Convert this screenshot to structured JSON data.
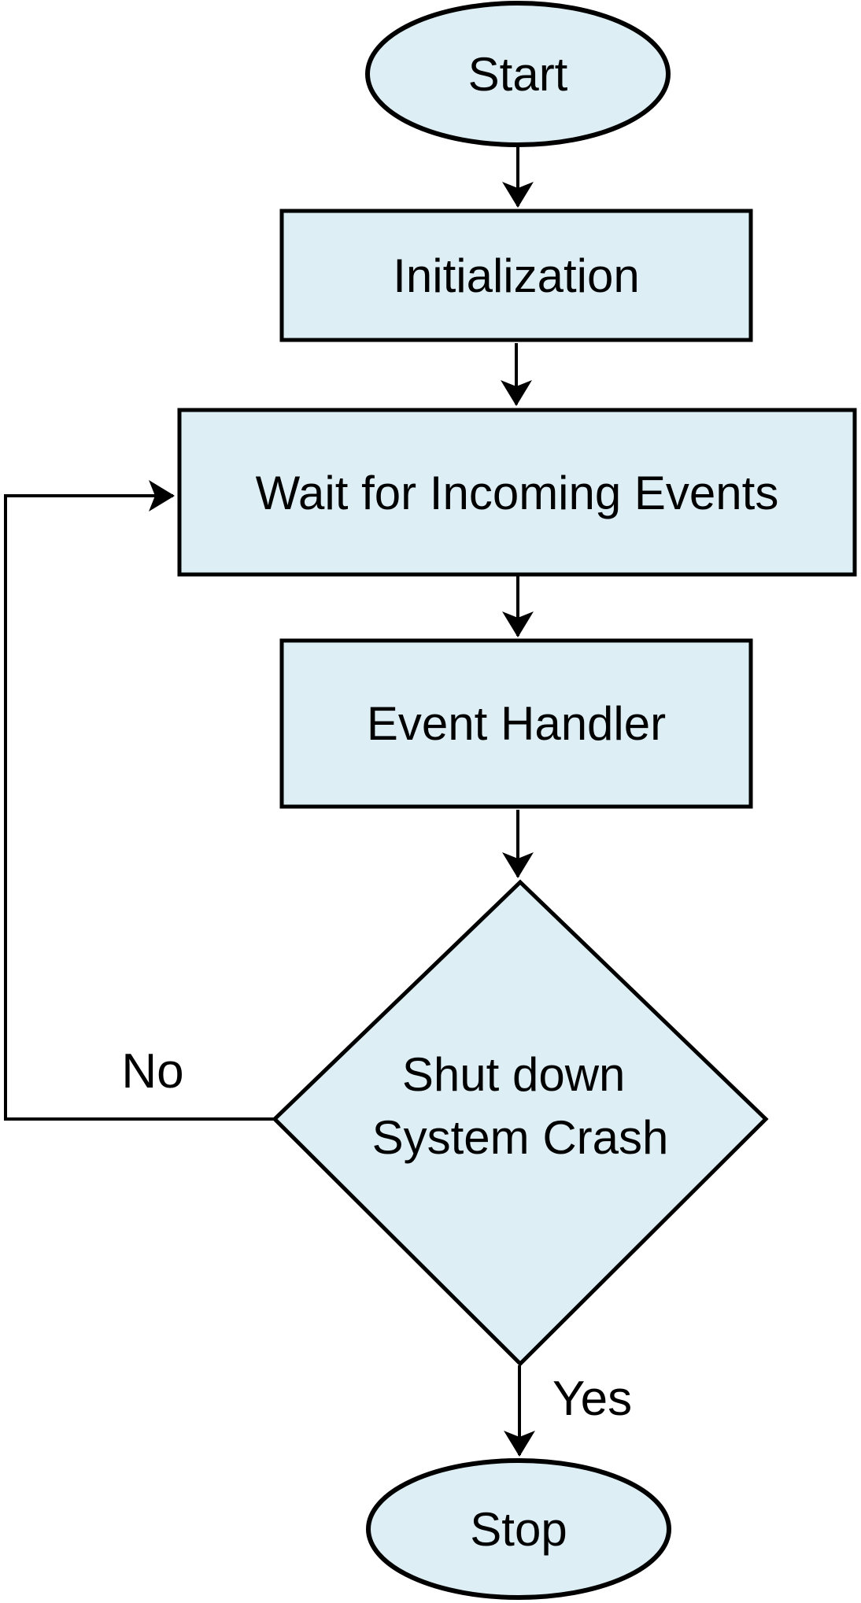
{
  "diagram_type": "flowchart",
  "colors": {
    "background": "#ffffff",
    "node_fill": "#ddeef5",
    "node_stroke": "#000000",
    "edge_stroke": "#000000",
    "text": "#000000"
  },
  "nodes": {
    "start": {
      "shape": "ellipse",
      "label": "Start"
    },
    "initialization": {
      "shape": "rectangle",
      "label": "Initialization"
    },
    "wait": {
      "shape": "rectangle",
      "label": "Wait for Incoming Events"
    },
    "event_handler": {
      "shape": "rectangle",
      "label": "Event Handler"
    },
    "decision": {
      "shape": "diamond",
      "label_line1": "Shut down",
      "label_line2": "System Crash"
    },
    "stop": {
      "shape": "ellipse",
      "label": "Stop"
    }
  },
  "edges": {
    "list": [
      {
        "from": "Start",
        "to": "Initialization",
        "label": ""
      },
      {
        "from": "Initialization",
        "to": "Wait for Incoming Events",
        "label": ""
      },
      {
        "from": "Wait for Incoming Events",
        "to": "Event Handler",
        "label": ""
      },
      {
        "from": "Event Handler",
        "to": "Shut down System Crash",
        "label": ""
      },
      {
        "from": "Shut down System Crash",
        "to": "Stop",
        "label": "Yes"
      },
      {
        "from": "Shut down System Crash",
        "to": "Wait for Incoming Events",
        "label": "No"
      }
    ]
  }
}
